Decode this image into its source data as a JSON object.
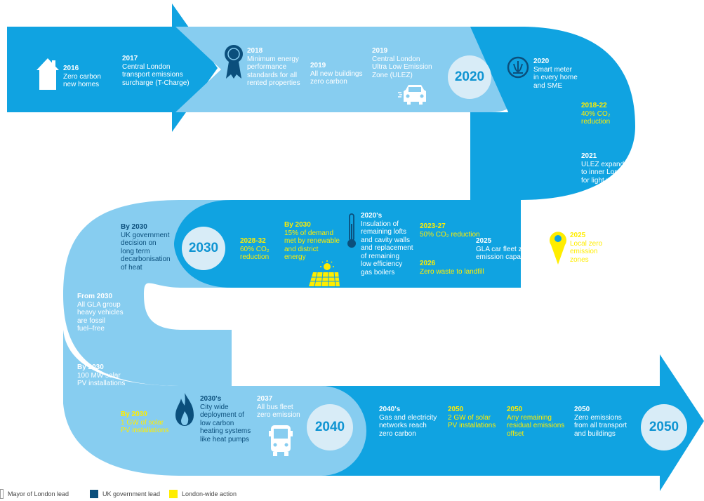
{
  "decades": [
    "2020",
    "2030",
    "2040",
    "2050"
  ],
  "milestones": {
    "m2016": {
      "year": "2016",
      "text": "Zero carbon\nnew homes"
    },
    "m2017": {
      "year": "2017",
      "text": "Central London\ntransport emissions\nsurcharge (T-Charge)"
    },
    "m2018": {
      "year": "2018",
      "text": "Minimum energy\nperformance\nstandards for all\nrented properties"
    },
    "m2019a": {
      "year": "2019",
      "text": "All new buildings\nzero carbon"
    },
    "m2019b": {
      "year": "2019",
      "text": "Central London\nUltra Low Emission\nZone (ULEZ)"
    },
    "m2020": {
      "year": "2020",
      "text": "Smart meter\nin every home\nand SME"
    },
    "m2018_22": {
      "year": "2018-22",
      "text": "40% CO₂\nreduction"
    },
    "m2021": {
      "year": "2021",
      "text": "ULEZ expanded\nto inner London\nfor light vehicles"
    },
    "m2025a": {
      "year": "2025",
      "text": "Local zero\nemission\nzones"
    },
    "m2025b": {
      "year": "2025",
      "text": "GLA car fleet zero\nemission capable"
    },
    "m2023_27": {
      "year": "2023-27",
      "text": "50% CO₂ reduction"
    },
    "m2026": {
      "year": "2026",
      "text": "Zero waste to landfill"
    },
    "m2020s": {
      "year": "2020's",
      "text": "Insulation of\nremaining lofts\nand cavity walls\nand replacement\nof remaining\nlow efficiency\ngas boilers"
    },
    "mby2030a": {
      "year": "By 2030",
      "text": "15% of demand\nmet by renewable\nand district\nenergy"
    },
    "m2028_32": {
      "year": "2028-32",
      "text": "60% CO₂\nreduction"
    },
    "mby2030b": {
      "year": "By 2030",
      "text": "UK government\ndecision on\nlong term\ndecarbonisation\nof heat"
    },
    "mfrom2030": {
      "year": "From 2030",
      "text": "All GLA group\nheavy vehicles\nare fossil\nfuel–free"
    },
    "mby2030c": {
      "year": "By 2030",
      "text": "100 MW solar\nPV installations"
    },
    "mby2030d": {
      "year": "By 2030",
      "text": "1 GW of solar\nPV installations"
    },
    "m2030s": {
      "year": "2030's",
      "text": "City wide\ndeployment of\nlow carbon\nheating systems\nlike heat pumps"
    },
    "m2037": {
      "year": "2037",
      "text": "All bus fleet\nzero emission"
    },
    "m2040s": {
      "year": "2040's",
      "text": "Gas and electricity\nnetworks reach\nzero carbon"
    },
    "m2050a": {
      "year": "2050",
      "text": "2 GW of solar\nPV installations"
    },
    "m2050b": {
      "year": "2050",
      "text": "Any remaining\nresidual emissions\noffset"
    },
    "m2050c": {
      "year": "2050",
      "text": "Zero emissions\nfrom all transport\nand buildings"
    }
  },
  "legend": [
    {
      "label": "Mayor of London lead",
      "color": "#ffffff"
    },
    {
      "label": "UK government lead",
      "color": "#0b4f7c"
    },
    {
      "label": "London-wide action",
      "color": "#ffed00"
    }
  ],
  "colors": {
    "road_dark": "#10a3e1",
    "road_light": "#87cdf0",
    "decade_circle": "#d8ecf7",
    "mayor_text": "#ffffff",
    "uk_text": "#0b4f7c",
    "london_wide_text": "#ffed00"
  },
  "icons": [
    "house-icon",
    "award-ribbon-icon",
    "electric-car-icon",
    "smart-meter-icon",
    "location-pin-icon",
    "thermometer-icon",
    "solar-panel-icon",
    "flame-icon",
    "bus-icon"
  ]
}
